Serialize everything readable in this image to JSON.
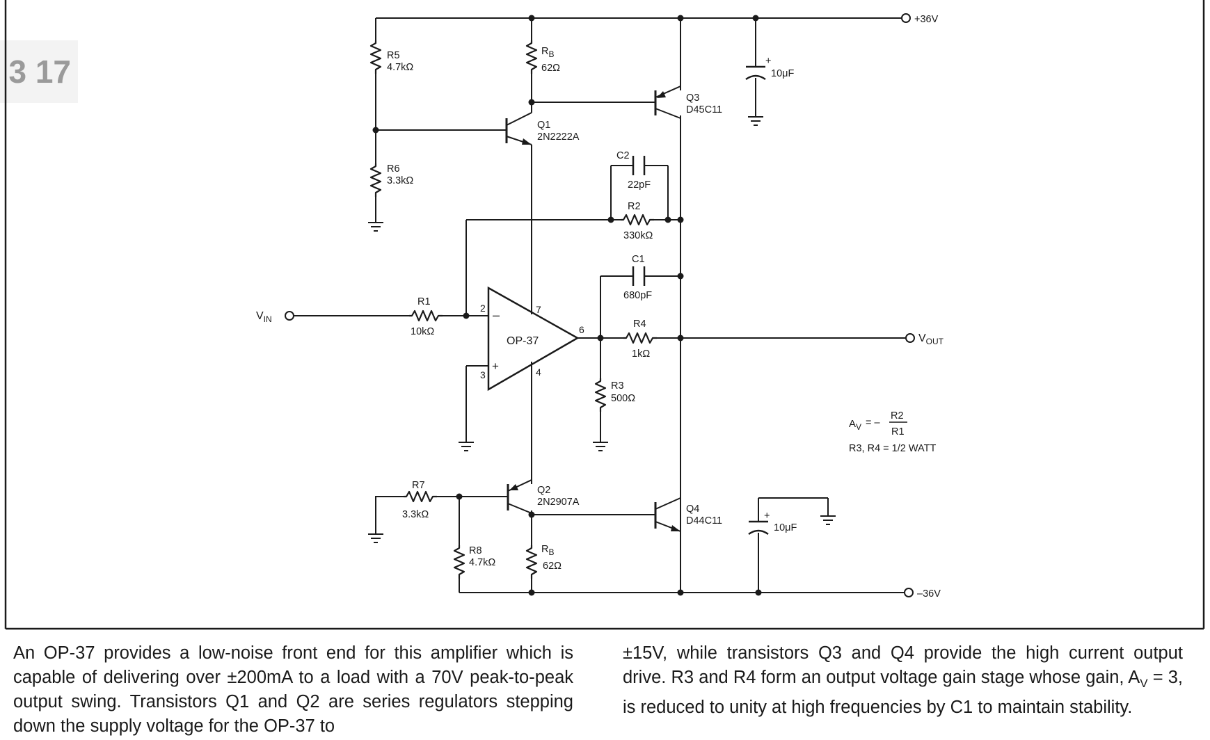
{
  "page_tag": "3 17",
  "supplies": {
    "positive": "+36V",
    "negative": "–36V"
  },
  "io": {
    "input": "V",
    "input_sub": "IN",
    "output": "V",
    "output_sub": "OUT"
  },
  "opamp": {
    "name": "OP-37",
    "pin_inv": "2",
    "pin_noninv": "3",
    "pin_vplus": "7",
    "pin_vminus": "4",
    "pin_out": "6",
    "minus": "–",
    "plus": "+"
  },
  "components": {
    "r5": {
      "ref": "R5",
      "value": "4.7kΩ"
    },
    "r6": {
      "ref": "R6",
      "value": "3.3kΩ"
    },
    "rb_top": {
      "ref": "R",
      "ref_sub": "B",
      "value": "62Ω"
    },
    "rb_bot": {
      "ref": "R",
      "ref_sub": "B",
      "value": "62Ω"
    },
    "q1": {
      "ref": "Q1",
      "part": "2N2222A"
    },
    "q2": {
      "ref": "Q2",
      "part": "2N2907A"
    },
    "q3": {
      "ref": "Q3",
      "part": "D45C11"
    },
    "q4": {
      "ref": "Q4",
      "part": "D44C11"
    },
    "c2": {
      "ref": "C2",
      "value": "22pF"
    },
    "r2": {
      "ref": "R2",
      "value": "330kΩ"
    },
    "c1": {
      "ref": "C1",
      "value": "680pF"
    },
    "r1": {
      "ref": "R1",
      "value": "10kΩ"
    },
    "r4": {
      "ref": "R4",
      "value": "1kΩ"
    },
    "r3": {
      "ref": "R3",
      "value": "500Ω"
    },
    "r7": {
      "ref": "R7",
      "value": "3.3kΩ"
    },
    "r8": {
      "ref": "R8",
      "value": "4.7kΩ"
    },
    "c_top": {
      "value": "10μF",
      "pol": "+"
    },
    "c_bot": {
      "value": "10μF",
      "pol": "+"
    }
  },
  "notes": {
    "gain_lhs": "A",
    "gain_sub": "V",
    "gain_eq": "= –",
    "gain_num": "R2",
    "gain_den": "R1",
    "rating": "R3, R4 = 1/2 WATT"
  },
  "caption": {
    "left": "An OP-37 provides a low-noise front end for this amplifier which is capable of delivering over ±200mA to a load with a 70V peak-to-peak output swing. Transistors Q1 and Q2 are series regulators stepping down the supply voltage for the OP-37 to",
    "right_a": "±15V, while transistors Q3 and Q4 provide the high current output drive. R3 and R4 form an output voltage gain stage whose gain, A",
    "right_sub": "V",
    "right_b": " = 3, is reduced to unity at high frequencies by C1 to maintain stability."
  }
}
